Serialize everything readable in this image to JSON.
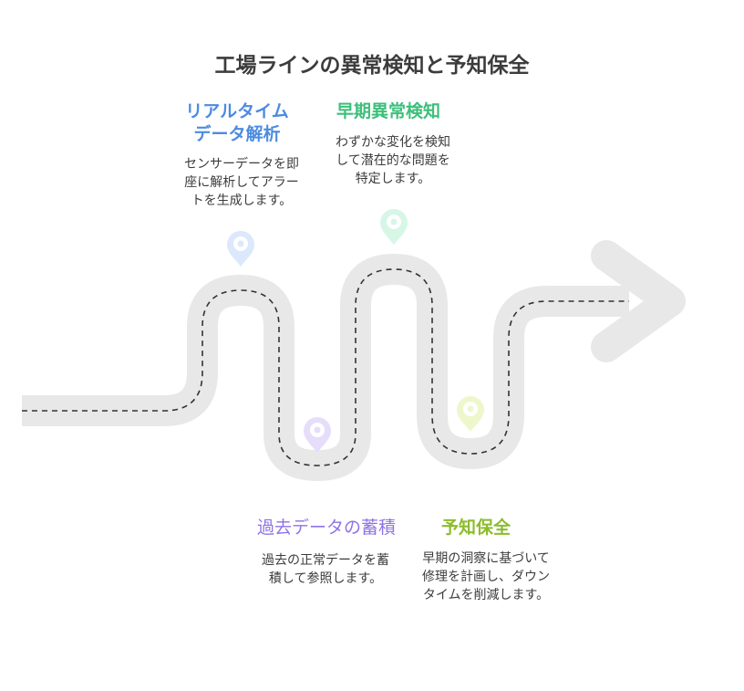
{
  "title": "工場ラインの異常検知と予知保全",
  "milestones": [
    {
      "heading": [
        "リアルタイム",
        "データ解析"
      ],
      "description": [
        "センサーデータを即",
        "座に解析してアラー",
        "トを生成します。"
      ],
      "color": "#4d8be0",
      "pin_fill": "#dce8fb",
      "icon": "map-pin-icon"
    },
    {
      "heading": [
        "早期異常検知"
      ],
      "description": [
        "わずかな変化を検知",
        "して潜在的な問題を",
        "特定します。"
      ],
      "color": "#3cbf7a",
      "pin_fill": "#d6f6e6",
      "icon": "map-pin-icon"
    },
    {
      "heading": [
        "過去データの蓄積"
      ],
      "description": [
        "過去の正常データを蓄",
        "積して参照します。"
      ],
      "color": "#8f72e6",
      "pin_fill": "#e6ddfb",
      "icon": "map-pin-icon"
    },
    {
      "heading": [
        "予知保全"
      ],
      "description": [
        "早期の洞察に基づいて",
        "修理を計画し、ダウン",
        "タイムを削減します。"
      ],
      "color": "#8cbc2c",
      "pin_fill": "#eef7cc",
      "icon": "map-pin-icon"
    }
  ],
  "road": {
    "color": "#e8e8e8",
    "dash_color": "#333333",
    "icon": "arrow-right-icon"
  }
}
